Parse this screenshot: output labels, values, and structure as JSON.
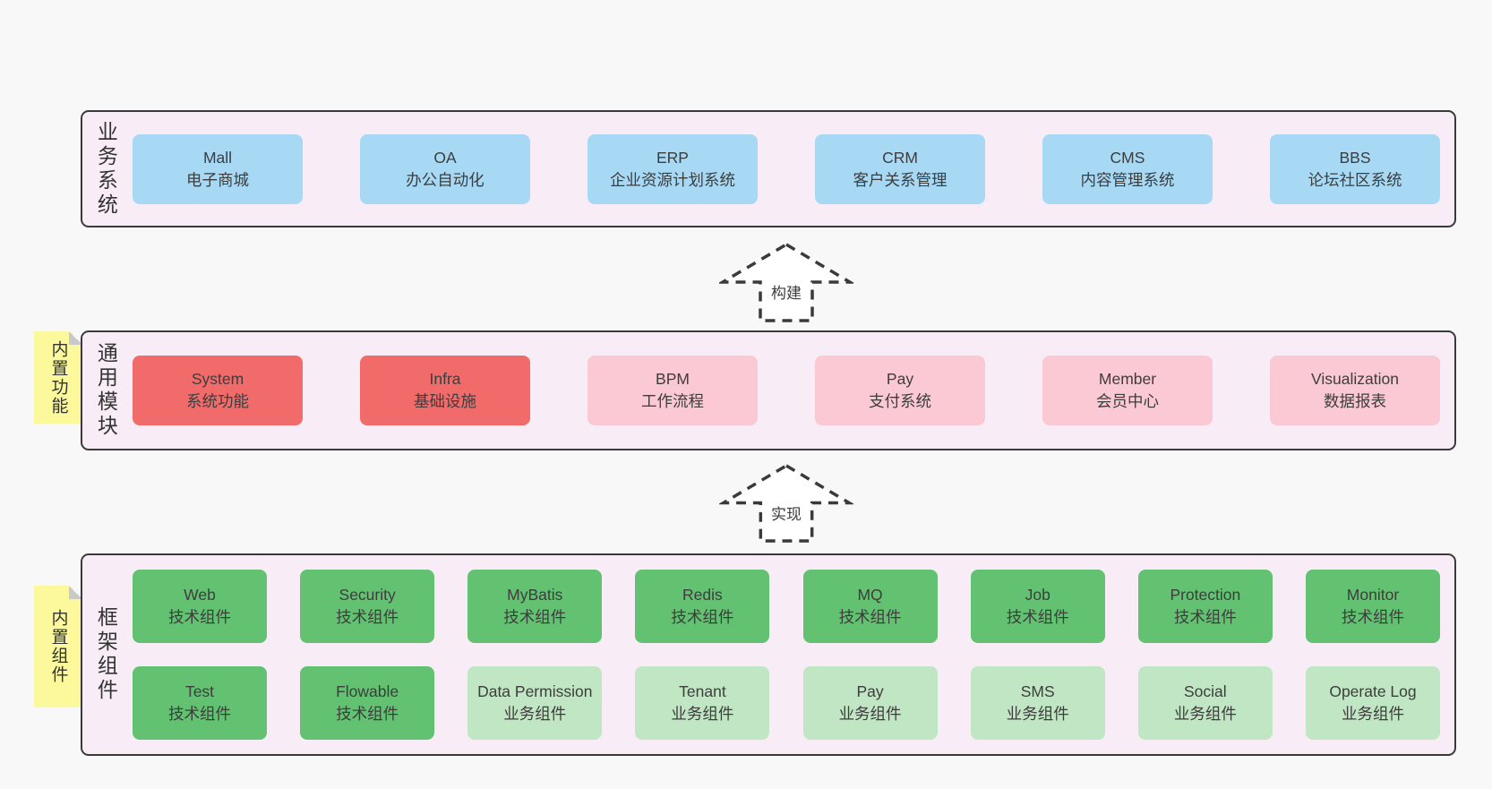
{
  "colors": {
    "background": "#f8f8f8",
    "band_fill": "#f8edf6",
    "band_border": "#3a3a3a",
    "business_box_blue": "#a7d9f5",
    "core_box_red": "#f16b6b",
    "module_box_pink": "#fac9d3",
    "tech_box_green": "#63c272",
    "biz_box_light_green": "#c0e6c3",
    "sticky_yellow": "#fbf99c",
    "sticky_fold_gray": "#c9c9c9",
    "text": "#3d3d3d"
  },
  "bands": [
    {
      "label": "业务系统",
      "boxes": [
        {
          "name": "Mall",
          "desc": "电子商城"
        },
        {
          "name": "OA",
          "desc": "办公自动化"
        },
        {
          "name": "ERP",
          "desc": "企业资源计划系统"
        },
        {
          "name": "CRM",
          "desc": "客户关系管理"
        },
        {
          "name": "CMS",
          "desc": "内容管理系统"
        },
        {
          "name": "BBS",
          "desc": "论坛社区系统"
        }
      ]
    },
    {
      "label": "通用模块",
      "sticky": "内置功能",
      "boxes": [
        {
          "name": "System",
          "desc": "系统功能"
        },
        {
          "name": "Infra",
          "desc": "基础设施"
        },
        {
          "name": "BPM",
          "desc": "工作流程"
        },
        {
          "name": "Pay",
          "desc": "支付系统"
        },
        {
          "name": "Member",
          "desc": "会员中心"
        },
        {
          "name": "Visualization",
          "desc": "数据报表"
        }
      ]
    },
    {
      "label": "框架组件",
      "sticky": "内置组件",
      "rows": [
        [
          {
            "name": "Web",
            "desc": "技术组件"
          },
          {
            "name": "Security",
            "desc": "技术组件"
          },
          {
            "name": "MyBatis",
            "desc": "技术组件"
          },
          {
            "name": "Redis",
            "desc": "技术组件"
          },
          {
            "name": "MQ",
            "desc": "技术组件"
          },
          {
            "name": "Job",
            "desc": "技术组件"
          },
          {
            "name": "Protection",
            "desc": "技术组件"
          },
          {
            "name": "Monitor",
            "desc": "技术组件"
          }
        ],
        [
          {
            "name": "Test",
            "desc": "技术组件"
          },
          {
            "name": "Flowable",
            "desc": "技术组件"
          },
          {
            "name": "Data Permission",
            "desc": "业务组件"
          },
          {
            "name": "Tenant",
            "desc": "业务组件"
          },
          {
            "name": "Pay",
            "desc": "业务组件"
          },
          {
            "name": "SMS",
            "desc": "业务组件"
          },
          {
            "name": "Social",
            "desc": "业务组件"
          },
          {
            "name": "Operate Log",
            "desc": "业务组件"
          }
        ]
      ]
    }
  ],
  "arrows": [
    {
      "label": "构建"
    },
    {
      "label": "实现"
    }
  ]
}
